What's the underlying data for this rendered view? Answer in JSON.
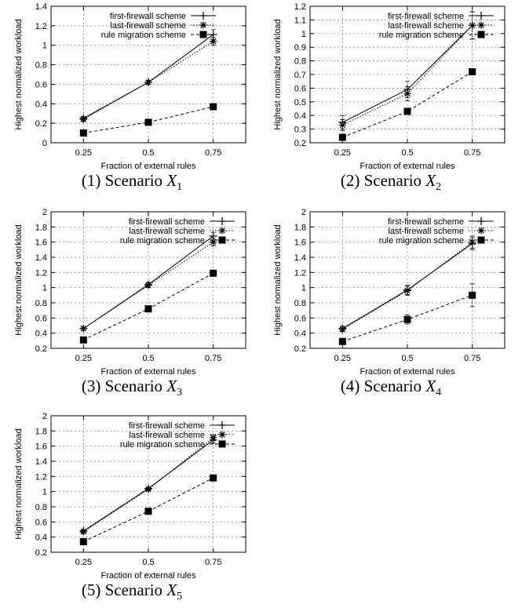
{
  "chart_data": [
    {
      "type": "line",
      "caption_prefix": "(1) Scenario",
      "caption_var": "X",
      "caption_sub": "1",
      "xlabel": "Fraction of external rules",
      "ylabel": "Highest normalized workload",
      "x": [
        0.25,
        0.5,
        0.75
      ],
      "xlim": [
        0.125,
        0.875
      ],
      "ylim": [
        0,
        1.4
      ],
      "yticks": [
        0,
        0.2,
        0.4,
        0.6,
        0.8,
        1,
        1.2,
        1.4
      ],
      "yticklabels": [
        "0",
        "0.2",
        "0.4",
        "0.6",
        "0.8",
        "1",
        "1.2",
        "1.4"
      ],
      "xticklabels": [
        "0.25",
        "0.5",
        "0.75"
      ],
      "grid": true,
      "legend_position": "top-left",
      "series": [
        {
          "name": "first-firewall scheme",
          "values": [
            0.25,
            0.62,
            1.11
          ],
          "errors": [
            0.02,
            0.02,
            0.05
          ]
        },
        {
          "name": "last-firewall scheme",
          "values": [
            0.24,
            0.62,
            1.04
          ],
          "errors": [
            0.02,
            0.02,
            0.04
          ]
        },
        {
          "name": "rule migration scheme",
          "values": [
            0.1,
            0.21,
            0.37
          ],
          "errors": [
            0,
            0,
            0
          ]
        }
      ]
    },
    {
      "type": "line",
      "caption_prefix": "(2) Scenario",
      "caption_var": "X",
      "caption_sub": "2",
      "xlabel": "Fraction of external rules",
      "ylabel": "Highest normalized workload",
      "x": [
        0.25,
        0.5,
        0.75
      ],
      "xlim": [
        0.125,
        0.875
      ],
      "ylim": [
        0.2,
        1.2
      ],
      "yticks": [
        0.2,
        0.3,
        0.4,
        0.5,
        0.6,
        0.7,
        0.8,
        0.9,
        1,
        1.1,
        1.2
      ],
      "yticklabels": [
        "0.2",
        "0.3",
        "0.4",
        "0.5",
        "0.6",
        "0.7",
        "0.8",
        "0.9",
        "1",
        "1.1",
        "1.2"
      ],
      "xticklabels": [
        "0.25",
        "0.5",
        "0.75"
      ],
      "grid": true,
      "legend_position": "top-right",
      "series": [
        {
          "name": "first-firewall scheme",
          "values": [
            0.35,
            0.59,
            1.06
          ],
          "errors": [
            0.05,
            0.06,
            0.1
          ]
        },
        {
          "name": "last-firewall scheme",
          "values": [
            0.33,
            0.56,
            1.06
          ],
          "errors": [
            0.04,
            0.05,
            0.1
          ]
        },
        {
          "name": "rule migration scheme",
          "values": [
            0.24,
            0.43,
            0.72
          ],
          "errors": [
            0,
            0,
            0
          ]
        }
      ]
    },
    {
      "type": "line",
      "caption_prefix": "(3) Scenario",
      "caption_var": "X",
      "caption_sub": "3",
      "xlabel": "Fraction of external rules",
      "ylabel": "Highest normalized workload",
      "x": [
        0.25,
        0.5,
        0.75
      ],
      "xlim": [
        0.125,
        0.875
      ],
      "ylim": [
        0.2,
        2
      ],
      "yticks": [
        0.2,
        0.4,
        0.6,
        0.8,
        1,
        1.2,
        1.4,
        1.6,
        1.8,
        2
      ],
      "yticklabels": [
        "0.2",
        "0.4",
        "0.6",
        "0.8",
        "1",
        "1.2",
        "1.4",
        "1.6",
        "1.8",
        "2"
      ],
      "xticklabels": [
        "0.25",
        "0.5",
        "0.75"
      ],
      "grid": true,
      "legend_position": "top-right",
      "series": [
        {
          "name": "first-firewall scheme",
          "values": [
            0.46,
            1.04,
            1.68
          ],
          "errors": [
            0.02,
            0.03,
            0.05
          ]
        },
        {
          "name": "last-firewall scheme",
          "values": [
            0.46,
            1.03,
            1.6
          ],
          "errors": [
            0.02,
            0.03,
            0.05
          ]
        },
        {
          "name": "rule migration scheme",
          "values": [
            0.31,
            0.72,
            1.19
          ],
          "errors": [
            0,
            0,
            0
          ]
        }
      ]
    },
    {
      "type": "line",
      "caption_prefix": "(4) Scenario",
      "caption_var": "X",
      "caption_sub": "4",
      "xlabel": "Fraction of external rules",
      "ylabel": "Highest normalized workload",
      "x": [
        0.25,
        0.5,
        0.75
      ],
      "xlim": [
        0.125,
        0.875
      ],
      "ylim": [
        0.2,
        2
      ],
      "yticks": [
        0.2,
        0.4,
        0.6,
        0.8,
        1,
        1.2,
        1.4,
        1.6,
        1.8,
        2
      ],
      "yticklabels": [
        "0.2",
        "0.4",
        "0.6",
        "0.8",
        "1",
        "1.2",
        "1.4",
        "1.6",
        "1.8",
        "2"
      ],
      "xticklabels": [
        "0.25",
        "0.5",
        "0.75"
      ],
      "grid": true,
      "legend_position": "top-right",
      "series": [
        {
          "name": "first-firewall scheme",
          "values": [
            0.46,
            0.97,
            1.58
          ],
          "errors": [
            0.03,
            0.06,
            0.08
          ]
        },
        {
          "name": "last-firewall scheme",
          "values": [
            0.45,
            0.96,
            1.6
          ],
          "errors": [
            0.03,
            0.06,
            0.08
          ]
        },
        {
          "name": "rule migration scheme",
          "values": [
            0.29,
            0.58,
            0.9
          ],
          "errors": [
            0.02,
            0.06,
            0.15
          ]
        }
      ]
    },
    {
      "type": "line",
      "caption_prefix": "(5) Scenario",
      "caption_var": "X",
      "caption_sub": "5",
      "xlabel": "Fraction of external rules",
      "ylabel": "Highest normalized workload",
      "x": [
        0.25,
        0.5,
        0.75
      ],
      "xlim": [
        0.125,
        0.875
      ],
      "ylim": [
        0.2,
        2
      ],
      "yticks": [
        0.2,
        0.4,
        0.6,
        0.8,
        1,
        1.2,
        1.4,
        1.6,
        1.8,
        2
      ],
      "yticklabels": [
        "0.2",
        "0.4",
        "0.6",
        "0.8",
        "1",
        "1.2",
        "1.4",
        "1.6",
        "1.8",
        "2"
      ],
      "xticklabels": [
        "0.25",
        "0.5",
        "0.75"
      ],
      "grid": true,
      "legend_position": "top-right",
      "series": [
        {
          "name": "first-firewall scheme",
          "values": [
            0.48,
            1.04,
            1.68
          ],
          "errors": [
            0.02,
            0.02,
            0.04
          ]
        },
        {
          "name": "last-firewall scheme",
          "values": [
            0.47,
            1.03,
            1.71
          ],
          "errors": [
            0.02,
            0.02,
            0.04
          ]
        },
        {
          "name": "rule migration scheme",
          "values": [
            0.34,
            0.74,
            1.18
          ],
          "errors": [
            0,
            0,
            0
          ]
        }
      ]
    }
  ]
}
